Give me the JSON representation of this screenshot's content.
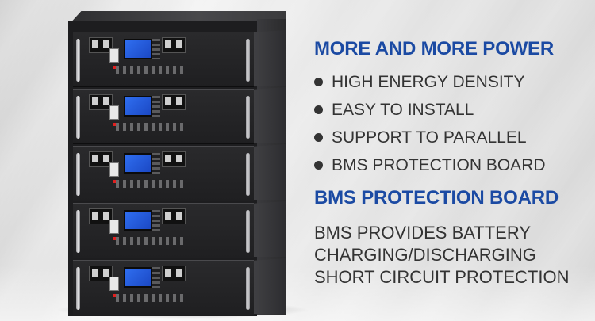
{
  "colors": {
    "heading": "#1b4aa3",
    "body_text": "#333333",
    "lcd": "#2f6ef0"
  },
  "product": {
    "modules": 5,
    "icon": "battery-rack-image"
  },
  "section1": {
    "title": "MORE AND MORE POWER",
    "bullets": [
      "HIGH ENERGY DENSITY",
      "EASY TO INSTALL",
      "SUPPORT TO PARALLEL",
      "BMS PROTECTION BOARD"
    ]
  },
  "section2": {
    "title": "BMS PROTECTION BOARD",
    "lines": [
      "BMS PROVIDES BATTERY",
      "CHARGING/DISCHARGING",
      "SHORT CIRCUIT PROTECTION"
    ]
  }
}
